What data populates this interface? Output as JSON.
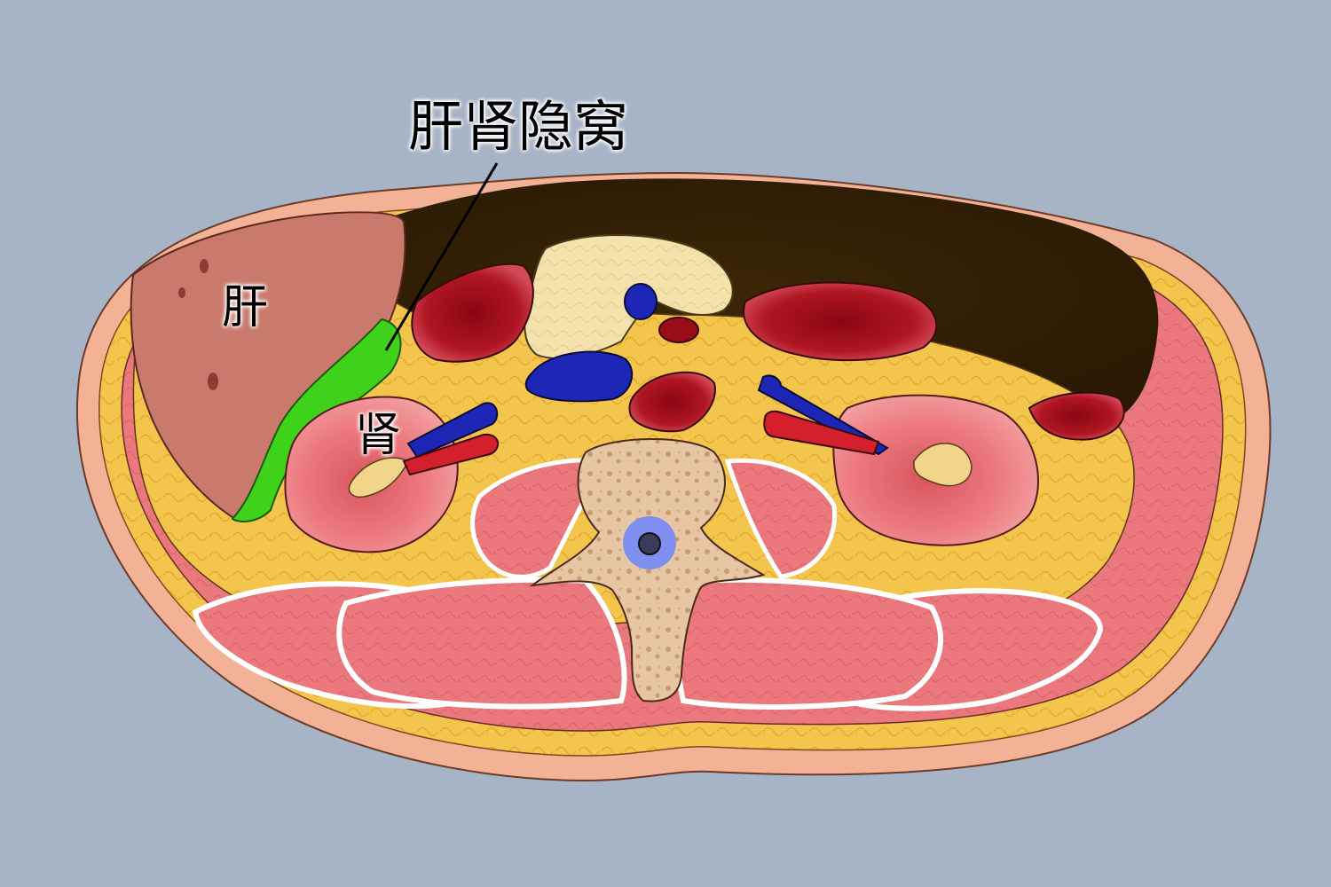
{
  "labels": {
    "hepatorenal_recess": "肝肾隐窝",
    "liver": "肝",
    "kidney": "肾"
  },
  "colors": {
    "background": "#a7b4c6",
    "skin": "#f0a98c",
    "fat": "#f3c34a",
    "muscle": "#e8757a",
    "liver": "#c9786c",
    "kidney": "#e56f75",
    "artery": "#d41f2c",
    "vein": "#1f25b8",
    "hepatorenal_recess": "#39d11a",
    "bone": "#e6b98d",
    "bowel": "#f3e3a8",
    "cavity": "#2b1c05"
  }
}
